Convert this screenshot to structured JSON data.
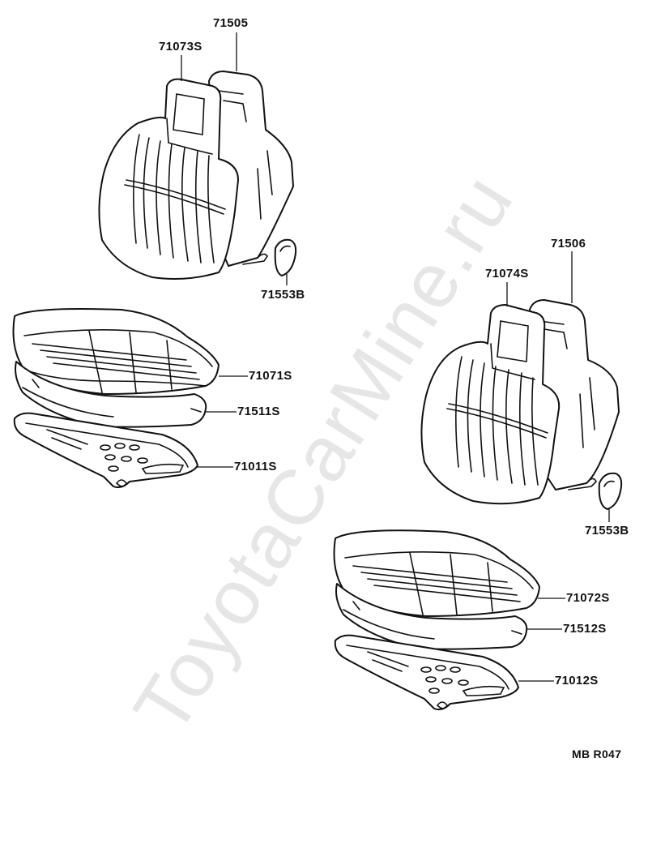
{
  "watermark": "ToyotaCarMine.ru",
  "callouts": {
    "c71505": "71505",
    "c71073S": "71073S",
    "c71553B_a": "71553B",
    "c71071S": "71071S",
    "c71511S": "71511S",
    "c71011S": "71011S",
    "c71506": "71506",
    "c71074S": "71074S",
    "c71553B_b": "71553B",
    "c71072S": "71072S",
    "c71512S": "71512S",
    "c71012S": "71012S"
  },
  "diagram_code": "MB  R047"
}
